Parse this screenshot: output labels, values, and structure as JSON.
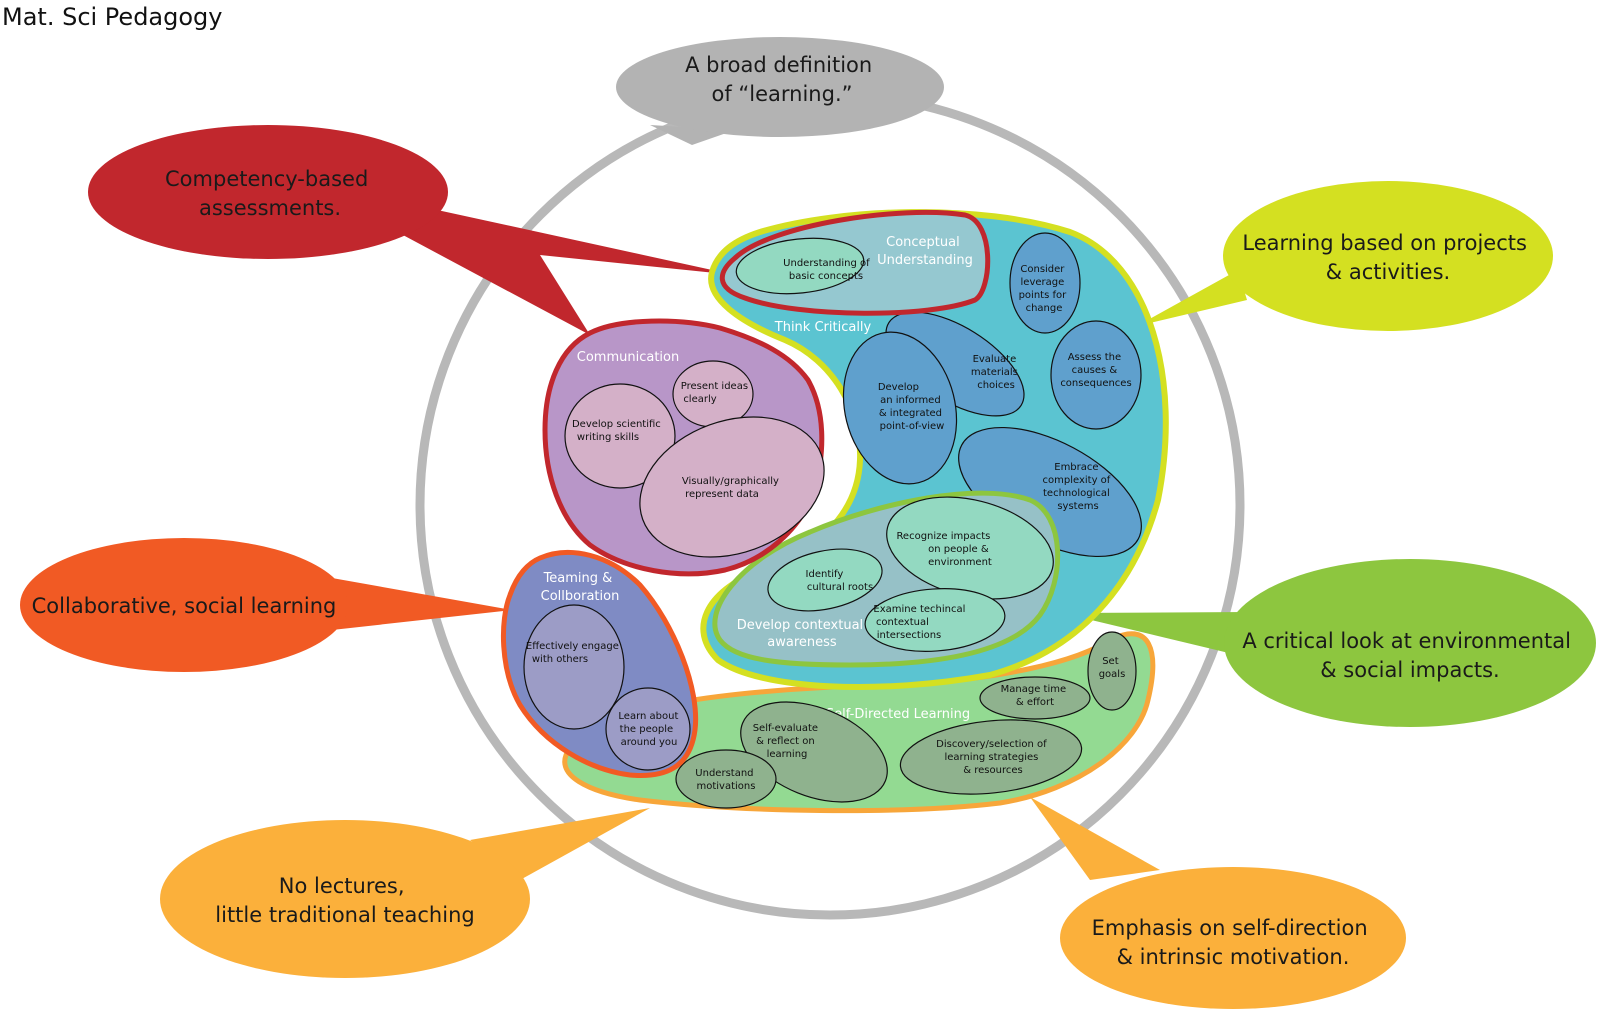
{
  "title": "Mat. Sci Pedagogy",
  "callouts": {
    "learning": [
      "A broad definition",
      "of “learning.”"
    ],
    "competency": [
      "Competency-based",
      "assessments."
    ],
    "projects": [
      "Learning based on projects",
      "& activities."
    ],
    "collaborative": [
      "Collaborative, social learning"
    ],
    "critical": [
      "A critical look at environmental",
      "& social impacts."
    ],
    "lectures": [
      "No lectures,",
      "little traditional teaching"
    ],
    "selfdirection": [
      "Emphasis on self-direction",
      "& intrinsic motivation."
    ]
  },
  "clusters": {
    "think_critically": {
      "label": "Think Critically",
      "items": {
        "leverage": [
          "Consider",
          "leverage",
          "points for",
          "change"
        ],
        "materials": [
          "Evaluate",
          "materials",
          "choices"
        ],
        "causes": [
          "Assess the",
          "causes &",
          "consequences"
        ],
        "pov": [
          "Develop",
          "an informed",
          "& integrated",
          "point-of-view"
        ],
        "complexity": [
          "Embrace",
          "complexity of",
          "technological",
          "systems"
        ]
      }
    },
    "conceptual": {
      "label": [
        "Conceptual",
        "Understanding"
      ],
      "items": {
        "basic": [
          "Understanding of",
          "basic concepts"
        ]
      }
    },
    "communication": {
      "label": "Communication",
      "items": {
        "present": [
          "Present ideas",
          "clearly"
        ],
        "writing": [
          "Develop scientific",
          "writing skills"
        ],
        "visual": [
          "Visually/graphically",
          "represent data"
        ]
      }
    },
    "contextual": {
      "label": [
        "Develop contextual",
        "awareness"
      ],
      "items": {
        "impacts": [
          "Recognize impacts",
          "on people &",
          "environment"
        ],
        "cultural": [
          "Identify",
          "cultural roots"
        ],
        "technical": [
          "Examine techincal",
          "contextual",
          "intersections"
        ]
      }
    },
    "teaming": {
      "label": [
        "Teaming &",
        "Collboration"
      ],
      "items": {
        "engage": [
          "Effectively engage",
          "with others"
        ],
        "people": [
          "Learn about",
          "the people",
          "around you"
        ]
      }
    },
    "selfdirected": {
      "label": "Self-Directed Learning",
      "items": {
        "goals": [
          "Set",
          "goals"
        ],
        "time": [
          "Manage time",
          "& effort"
        ],
        "evaluate": [
          "Self-evaluate",
          "& reflect on",
          "learning"
        ],
        "strategies": [
          "Discovery/selection of",
          "learning strategies",
          "& resources"
        ],
        "motivations": [
          "Understand",
          "motivations"
        ]
      }
    }
  },
  "colors": {
    "gray": "#b3b3b3",
    "red": "#c1272d",
    "lime": "#d4e021",
    "green": "#8dc63f",
    "orange": "#f15a24",
    "amber": "#fbb03b",
    "teal": "#5bc4d1",
    "blue_item": "#5fa0cd",
    "purple": "#b896c8",
    "pink_item": "#d4b0c8",
    "conceptual_fill": "#95c8d0",
    "contextual_fill": "#96c1c7",
    "contextual_item": "#93d9c1",
    "teaming_fill": "#7f8bc4",
    "teaming_item": "#9c9cc6",
    "selfdir_fill": "#93da92",
    "selfdir_item": "#8fb28e"
  }
}
